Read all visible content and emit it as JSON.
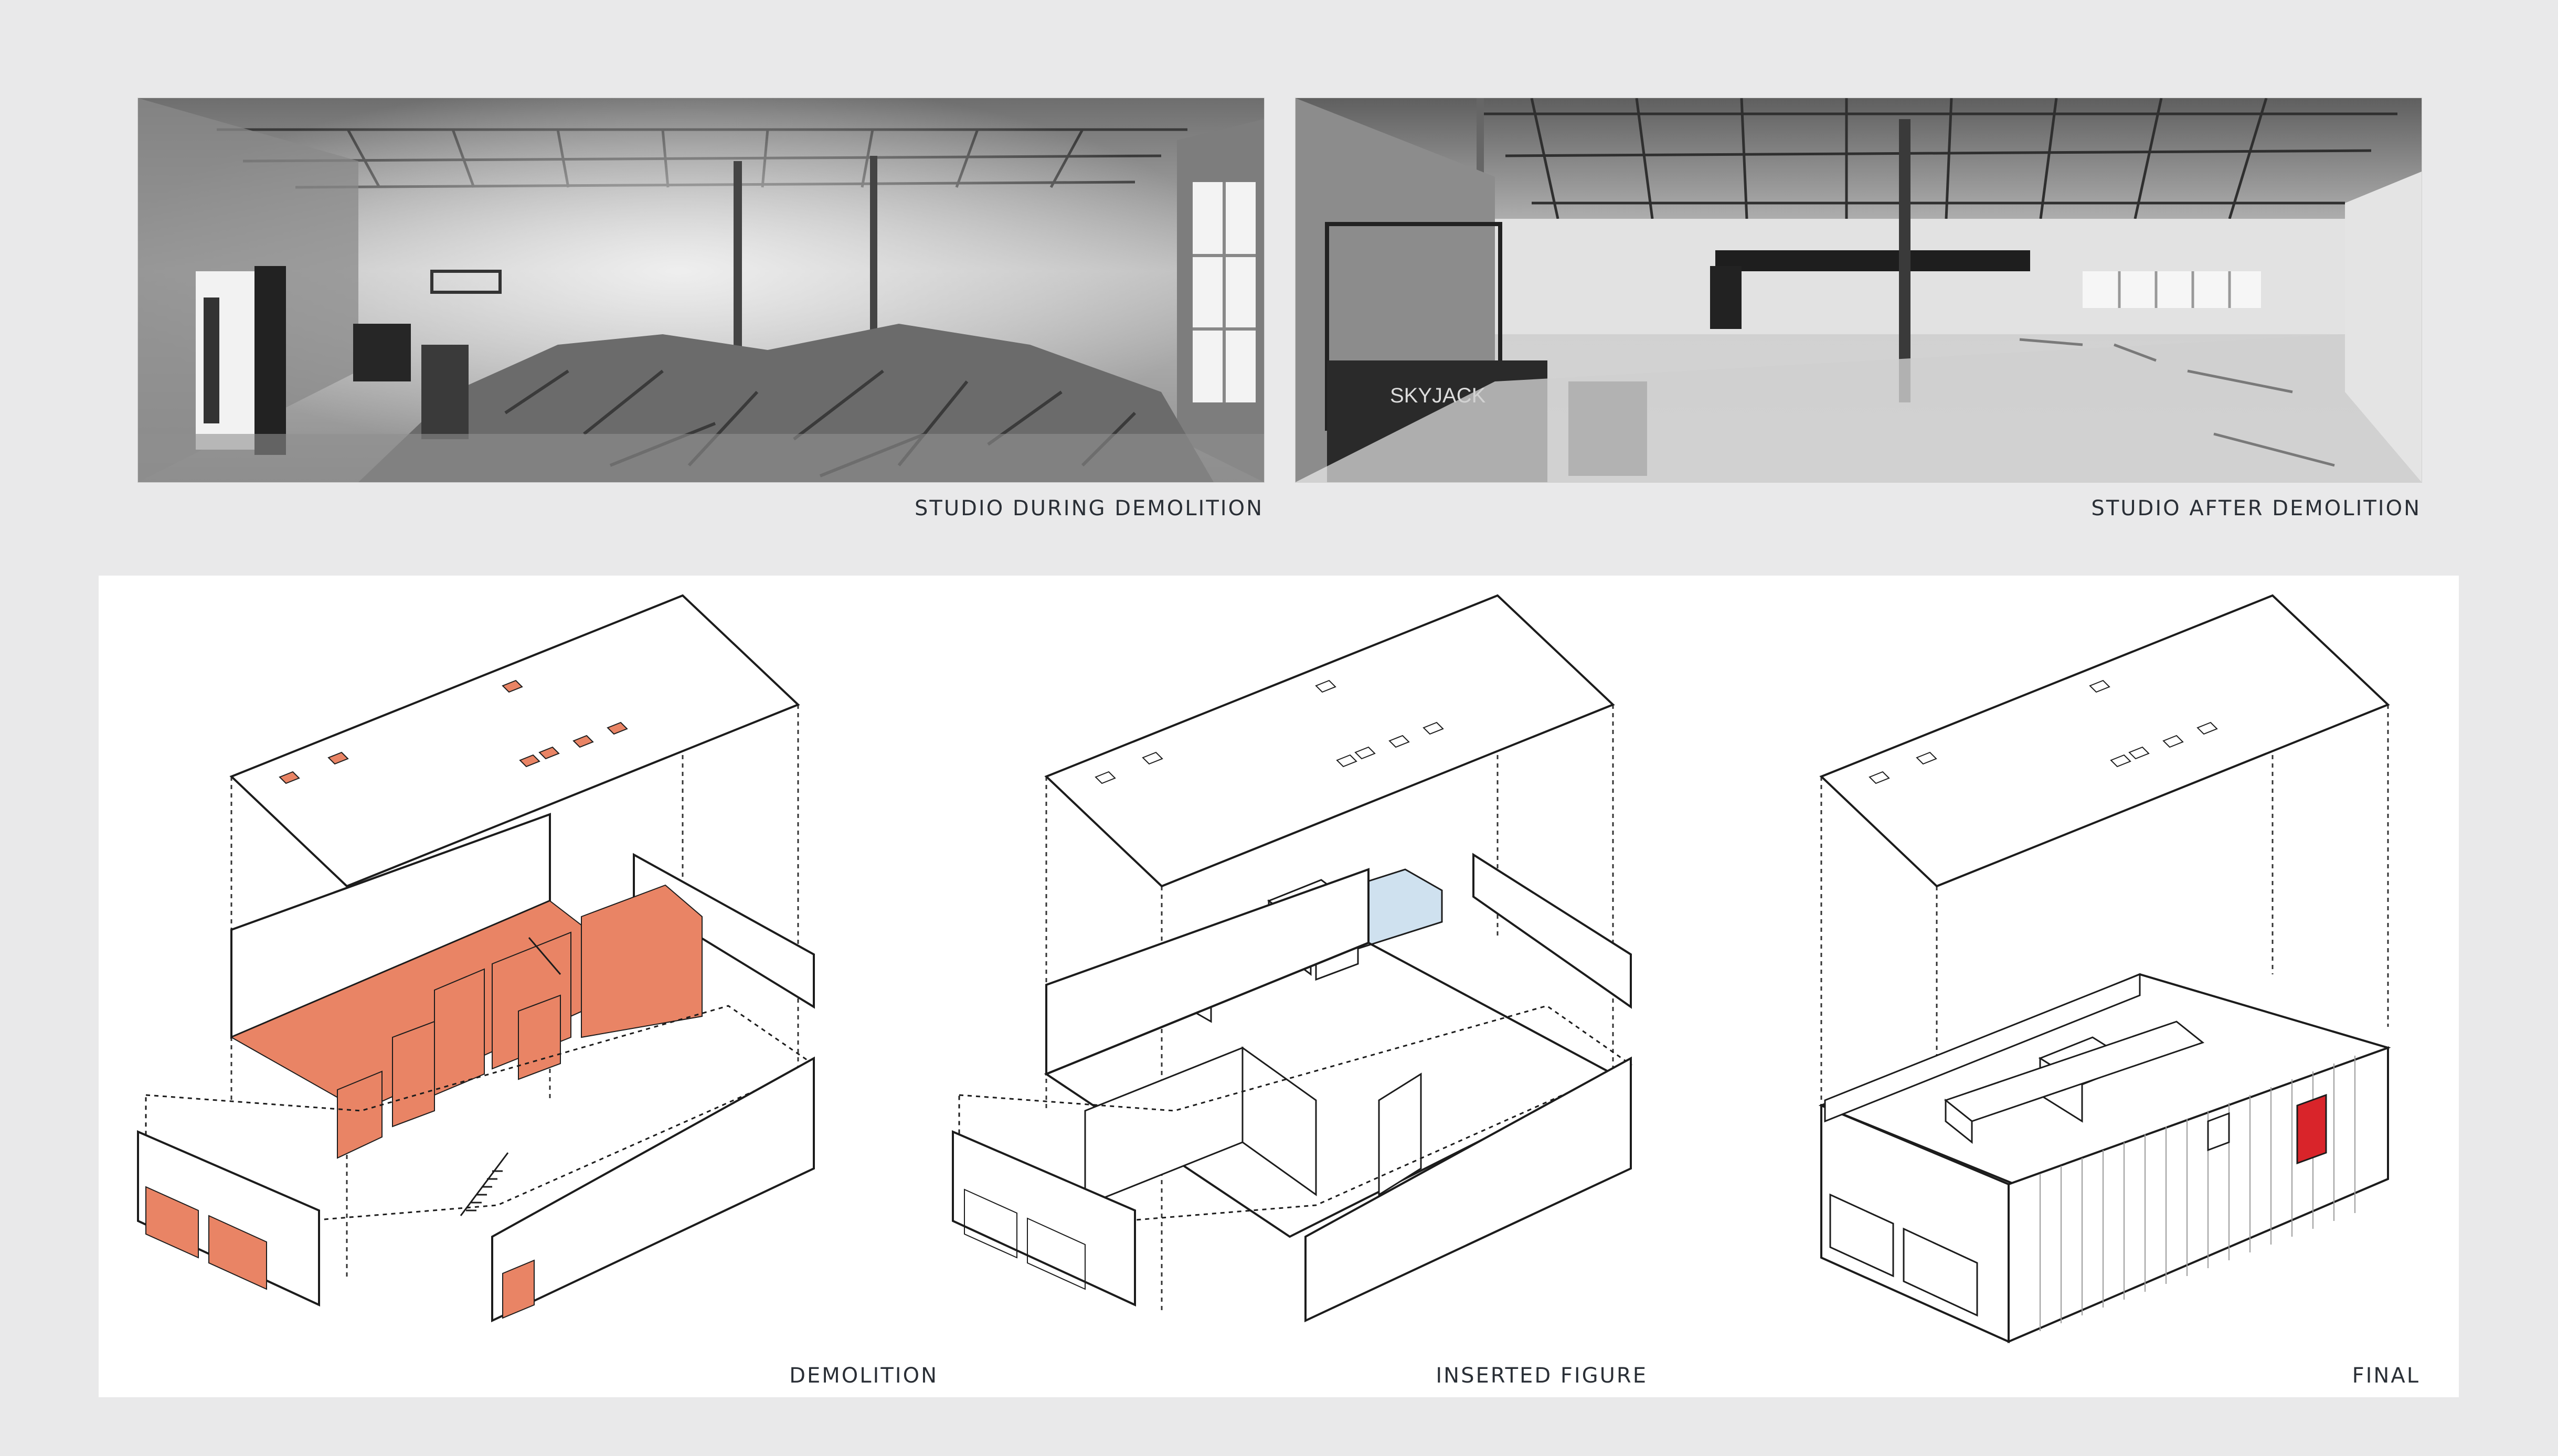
{
  "photos": {
    "during": {
      "caption": "STUDIO DURING DEMOLITION",
      "tone": "#9c9c9c"
    },
    "after": {
      "caption": "STUDIO AFTER DEMOLITION",
      "tone": "#b5b5b5"
    },
    "equipment_labels": [
      "SKYJACK"
    ]
  },
  "diagrams": [
    {
      "caption": "DEMOLITION",
      "highlight": "#e98465"
    },
    {
      "caption": "INSERTED FIGURE",
      "highlight": "#cfe1ef"
    },
    {
      "caption": "FINAL",
      "highlight": "#d9242a"
    }
  ],
  "colors": {
    "background": "#e9e9ea",
    "panel": "#ffffff",
    "line": "#1c1c1c",
    "caption_text": "#2a2f36"
  }
}
